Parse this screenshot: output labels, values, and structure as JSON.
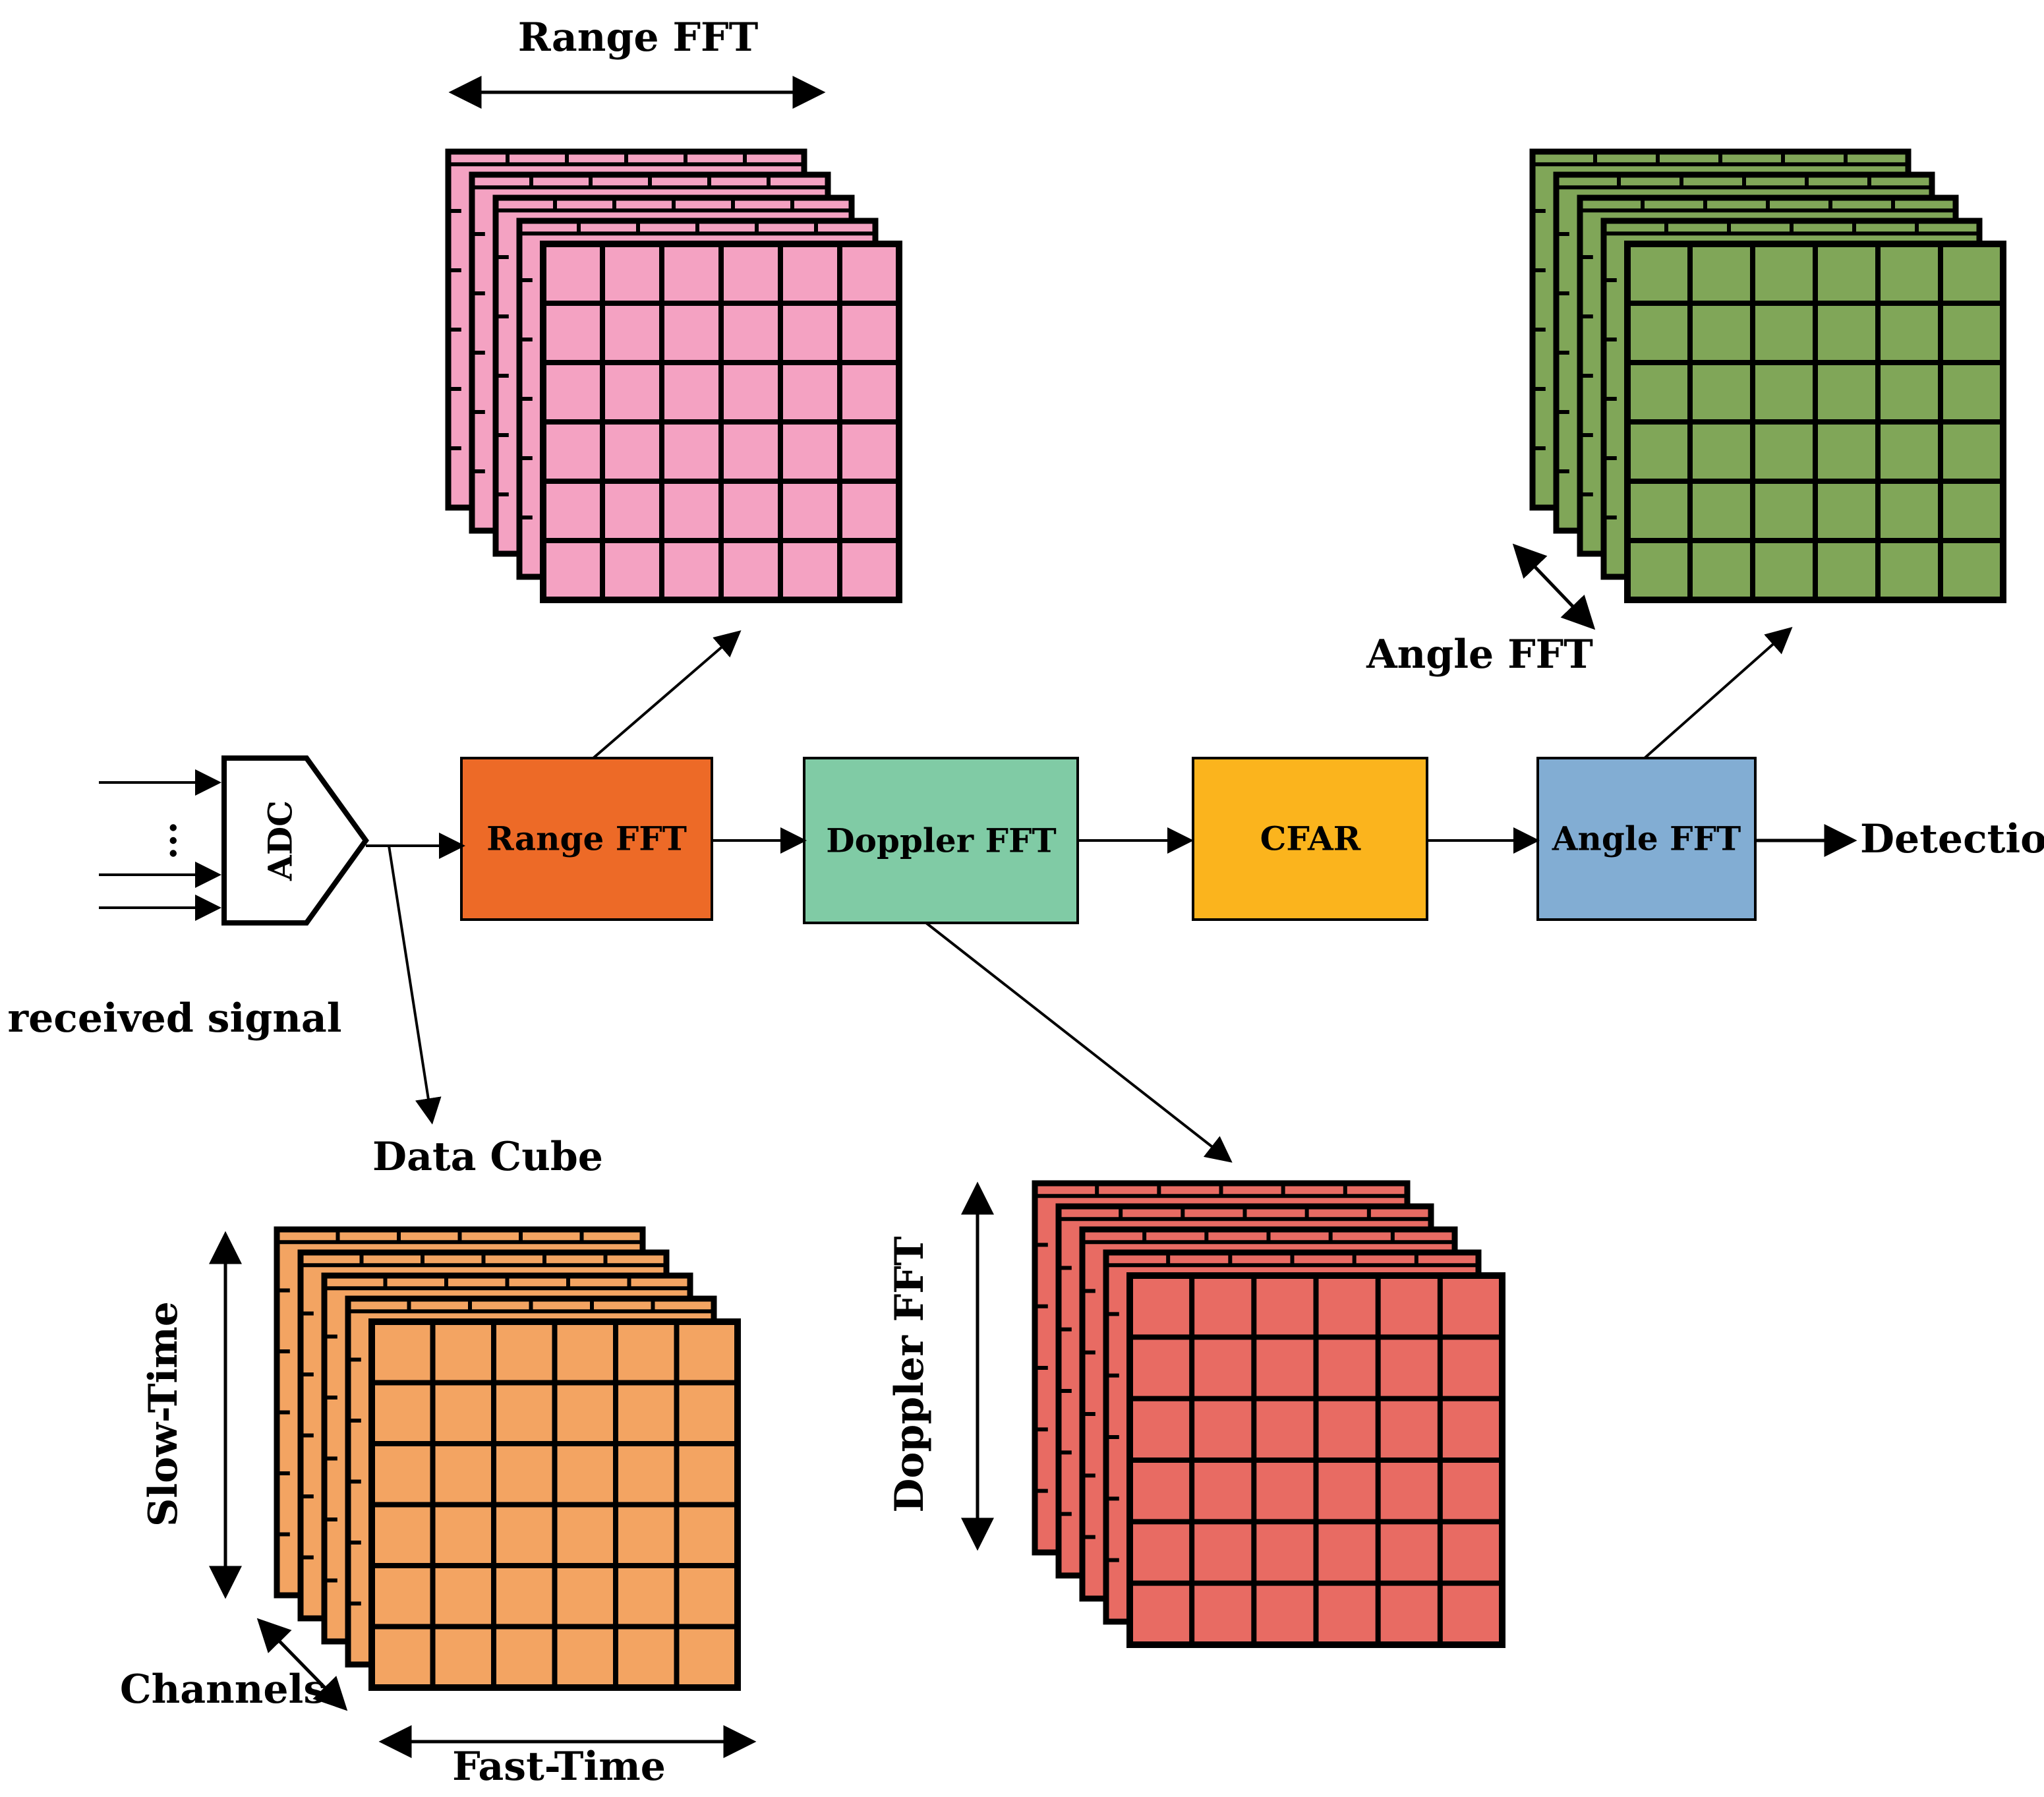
{
  "labels": {
    "range_fft_top": "Range FFT",
    "angle_fft_top": "Angle FFT",
    "received_signal": "received signal",
    "ellipsis": "...",
    "data_cube": "Data Cube",
    "slow_time": "Slow-Time",
    "channels": "Channels",
    "fast_time": "Fast-Time",
    "doppler_fft_axis": "Doppler FFT",
    "detection": "Detection"
  },
  "blocks": {
    "adc": "ADC",
    "range_fft": "Range FFT",
    "doppler_fft": "Doppler FFT",
    "cfar": "CFAR",
    "angle_fft": "Angle FFT"
  },
  "colors": {
    "range_block": "#ED6A27",
    "doppler_block": "#80CBA5",
    "cfar_block": "#FBB41D",
    "angle_block": "#82ADD3",
    "range_cube": "#F4A2C2",
    "angle_cube": "#80A658",
    "data_cube": "#F3A462",
    "doppler_cube": "#E86B63"
  },
  "cubes": [
    {
      "id": "range-fft-cube",
      "color_key": "range_cube",
      "rows": 6,
      "cols": 6,
      "layers": 5
    },
    {
      "id": "angle-fft-cube",
      "color_key": "angle_cube",
      "rows": 6,
      "cols": 6,
      "layers": 5
    },
    {
      "id": "data-cube",
      "color_key": "data_cube",
      "rows": 6,
      "cols": 6,
      "layers": 5
    },
    {
      "id": "doppler-fft-cube",
      "color_key": "doppler_cube",
      "rows": 6,
      "cols": 6,
      "layers": 5
    }
  ]
}
